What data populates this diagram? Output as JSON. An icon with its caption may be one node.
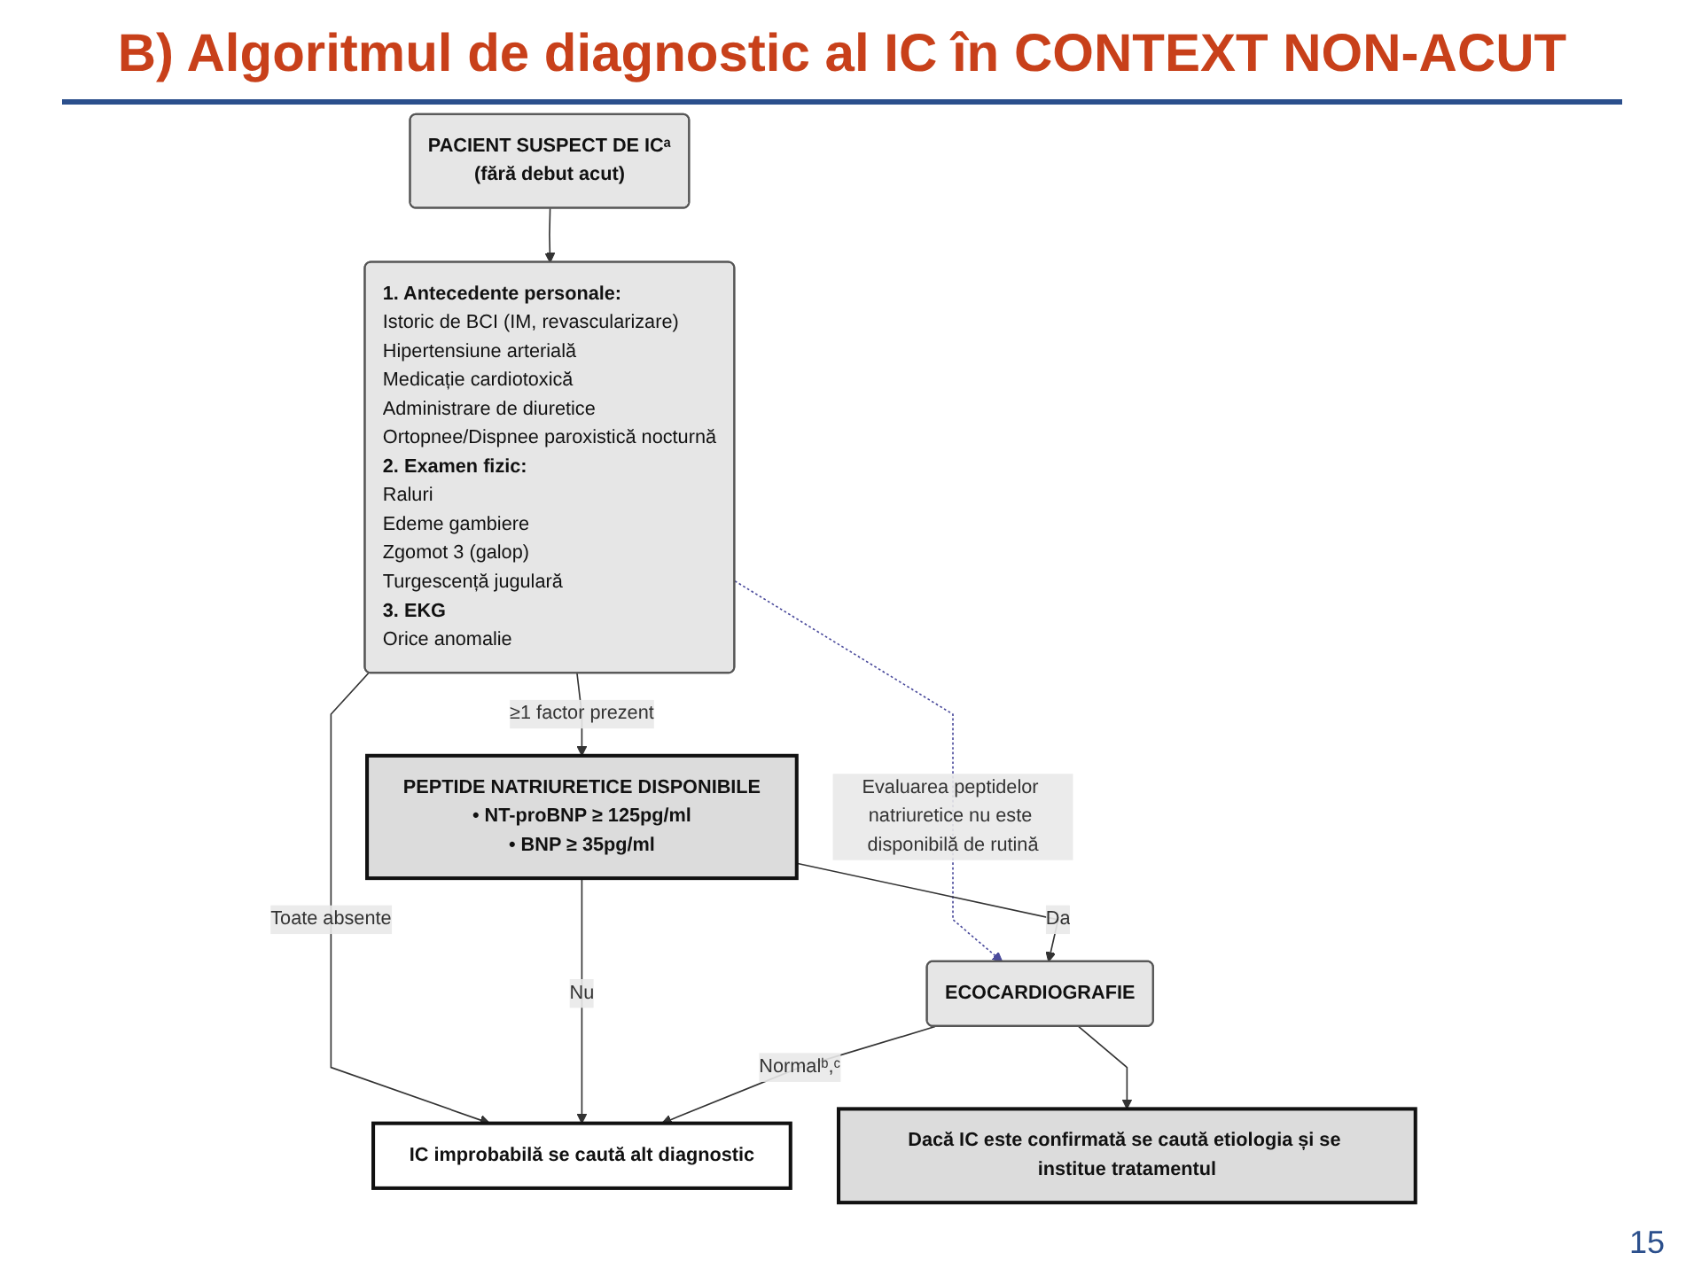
{
  "diagram": {
    "title": "B) Algoritmul de diagnostic al IC în CONTEXT NON-ACUT",
    "nodes": [
      {
        "text": [
          "PACIENT SUSPECT DE ICᵃ",
          "(fără debut acut)"
        ]
      },
      {
        "text": [
          "1. Antecedente personale:",
          "Istoric de BCI (IM, revascularizare)",
          "Hipertensiune arterială",
          "Medicație cardiotoxică",
          "Administrare de diuretice",
          "Ortopnee/Dispnee paroxistică nocturnă",
          "2. Examen fizic:",
          "Raluri",
          "Edeme gambiere",
          "Zgomot 3 (galop)",
          "Turgescență jugulară",
          "3. EKG",
          "Orice anomalie"
        ]
      },
      {
        "text": [
          "PEPTIDE NATRIURETICE DISPONIBILE",
          "• NT-proBNP ≥ 125pg/ml",
          "• BNP ≥ 35pg/ml"
        ]
      },
      {
        "text": [
          "IC improbabilă se caută alt diagnostic"
        ]
      },
      {
        "text": [
          "ECOCARDIOGRAFIE"
        ]
      },
      {
        "text": [
          "Dacă IC este confirmată se caută etiologia și se institue tratamentul"
        ]
      }
    ],
    "edges": [
      {
        "from": 0,
        "to": 1,
        "arrow": "to"
      },
      {
        "from": 1,
        "to": 2,
        "arrow": "to",
        "label": "≥1 factor prezent"
      },
      {
        "from": 1,
        "to": 3,
        "arrow": "to",
        "label": "Toate absente"
      },
      {
        "from": 1,
        "to": 4,
        "arrow": "to",
        "label": "Evaluarea peptidelor natriuretice nu este disponibilă de rutină",
        "style": "dashed",
        "color": "#4b4b9c"
      },
      {
        "from": 2,
        "to": 3,
        "arrow": "to",
        "label": "Nu"
      },
      {
        "from": 2,
        "to": 4,
        "arrow": "to",
        "label": "Da"
      },
      {
        "from": 4,
        "to": 3,
        "arrow": "to",
        "label": "Normalᵇ,ᶜ"
      },
      {
        "from": 4,
        "to": 5,
        "arrow": "to"
      }
    ],
    "labels": [
      "15"
    ]
  }
}
